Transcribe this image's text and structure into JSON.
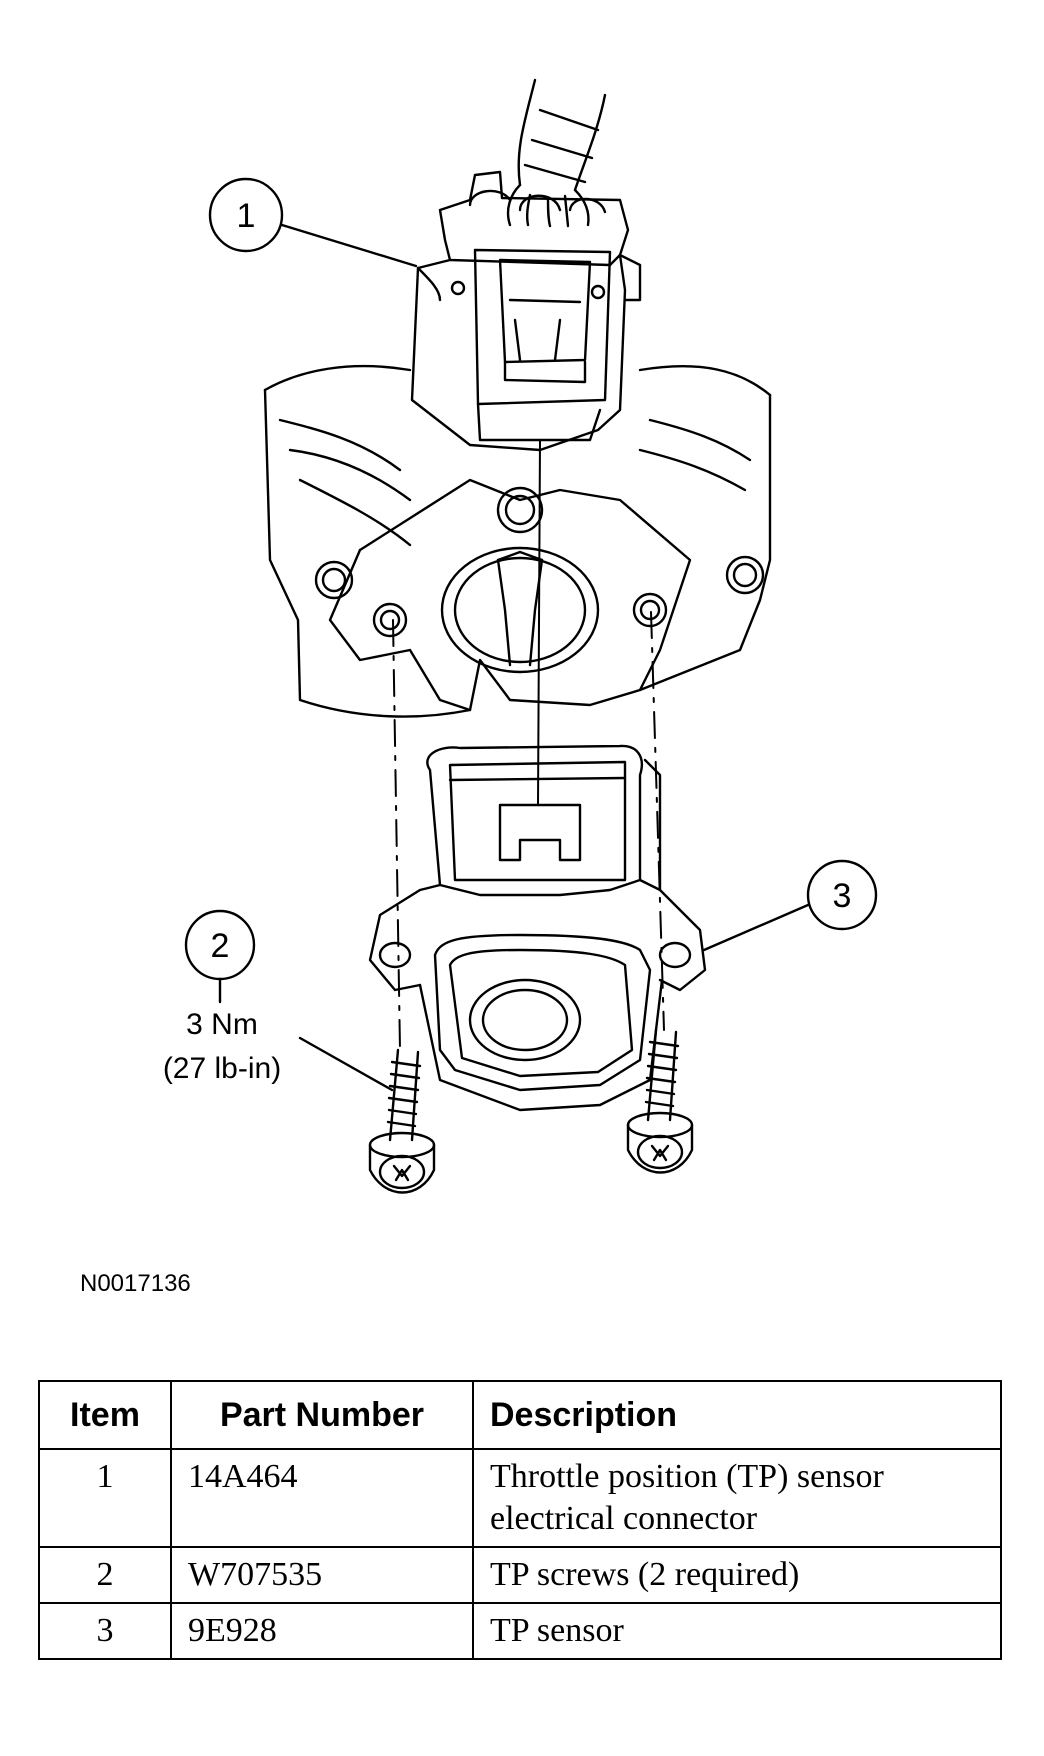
{
  "diagram": {
    "callouts": [
      {
        "number": "1"
      },
      {
        "number": "2"
      },
      {
        "number": "3"
      }
    ],
    "torque": {
      "metric": "3 Nm",
      "imperial": "(27 lb-in)"
    },
    "figure_id": "N0017136"
  },
  "table": {
    "headers": [
      "Item",
      "Part Number",
      "Description"
    ],
    "rows": [
      {
        "item": "1",
        "part_number": "14A464",
        "description": [
          "Throttle position (TP) sensor",
          "electrical connector"
        ]
      },
      {
        "item": "2",
        "part_number": "W707535",
        "description": [
          "TP screws (2 required)"
        ]
      },
      {
        "item": "3",
        "part_number": "9E928",
        "description": [
          "TP sensor"
        ]
      }
    ]
  }
}
